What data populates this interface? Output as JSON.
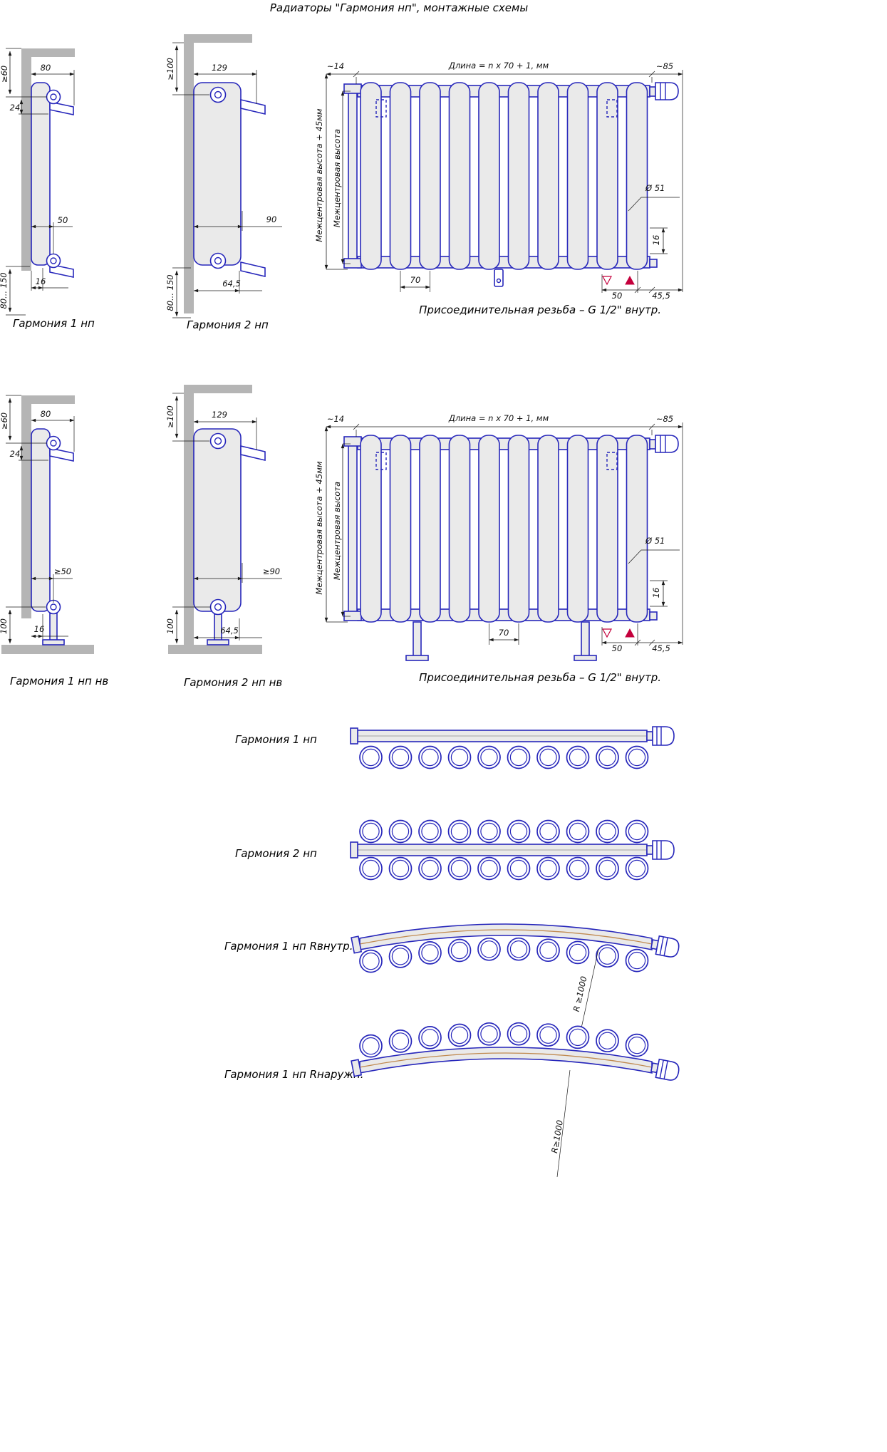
{
  "title": "Радиаторы \"Гармония нп\", монтажные схемы",
  "sections": {
    "wm": {
      "v1": {
        "label": "Гармония 1 нп",
        "d60": "≥60",
        "d80": "80",
        "d24": "24",
        "d50": "50",
        "d16": "16",
        "dfloor": "80... 150"
      },
      "v2": {
        "label": "Гармония 2 нп",
        "d100": "≥100",
        "d129": "129",
        "d90": "90",
        "d645": "64,5",
        "dfloor": "80... 150"
      },
      "front": {
        "d14": "~14",
        "dlen": "Длина = n x 70 + 1, мм",
        "d85": "~85",
        "hout": "Межцентровая высота + 45мм",
        "hin": "Межцентровая высота",
        "dia": "Ø 51",
        "d16": "16",
        "d70": "70",
        "d50": "50",
        "d455": "45,5",
        "note": "Присоединительная резьба – G 1/2\" внутр."
      }
    },
    "fm": {
      "v1": {
        "label": "Гармония 1 нп нв",
        "d60": "≥60",
        "d80": "80",
        "d24": "24",
        "d50": "≥50",
        "d16": "16",
        "dfloor": "100"
      },
      "v2": {
        "label": "Гармония 2 нп нв",
        "d100": "≥100",
        "d129": "129",
        "d90": "≥90",
        "d645": "64,5",
        "dfloor": "100"
      },
      "front": {
        "d14": "~14",
        "dlen": "Длина = n x 70 + 1, мм",
        "d85": "~85",
        "hout": "Межцентровая высота + 45мм",
        "hin": "Межцентровая высота",
        "dia": "Ø 51",
        "d16": "16",
        "d70": "70",
        "d50": "50",
        "d455": "45,5",
        "note": "Присоединительная резьба – G 1/2\" внутр."
      }
    },
    "tv": {
      "s1": {
        "label": "Гармония 1 нп"
      },
      "s2": {
        "label": "Гармония 2 нп"
      },
      "ri": {
        "label": "Гармония 1 нп Rвнутр.",
        "radius": "R ≥1000"
      },
      "ro": {
        "label": "Гармония 1 нп Rнаружн.",
        "radius": "R≥1000"
      }
    }
  },
  "colors": {
    "line": "#2727bb",
    "fill": "#eaeaea",
    "wall": "#b5b5b5",
    "marker": "#c4003c",
    "weld": "#c08a50"
  }
}
